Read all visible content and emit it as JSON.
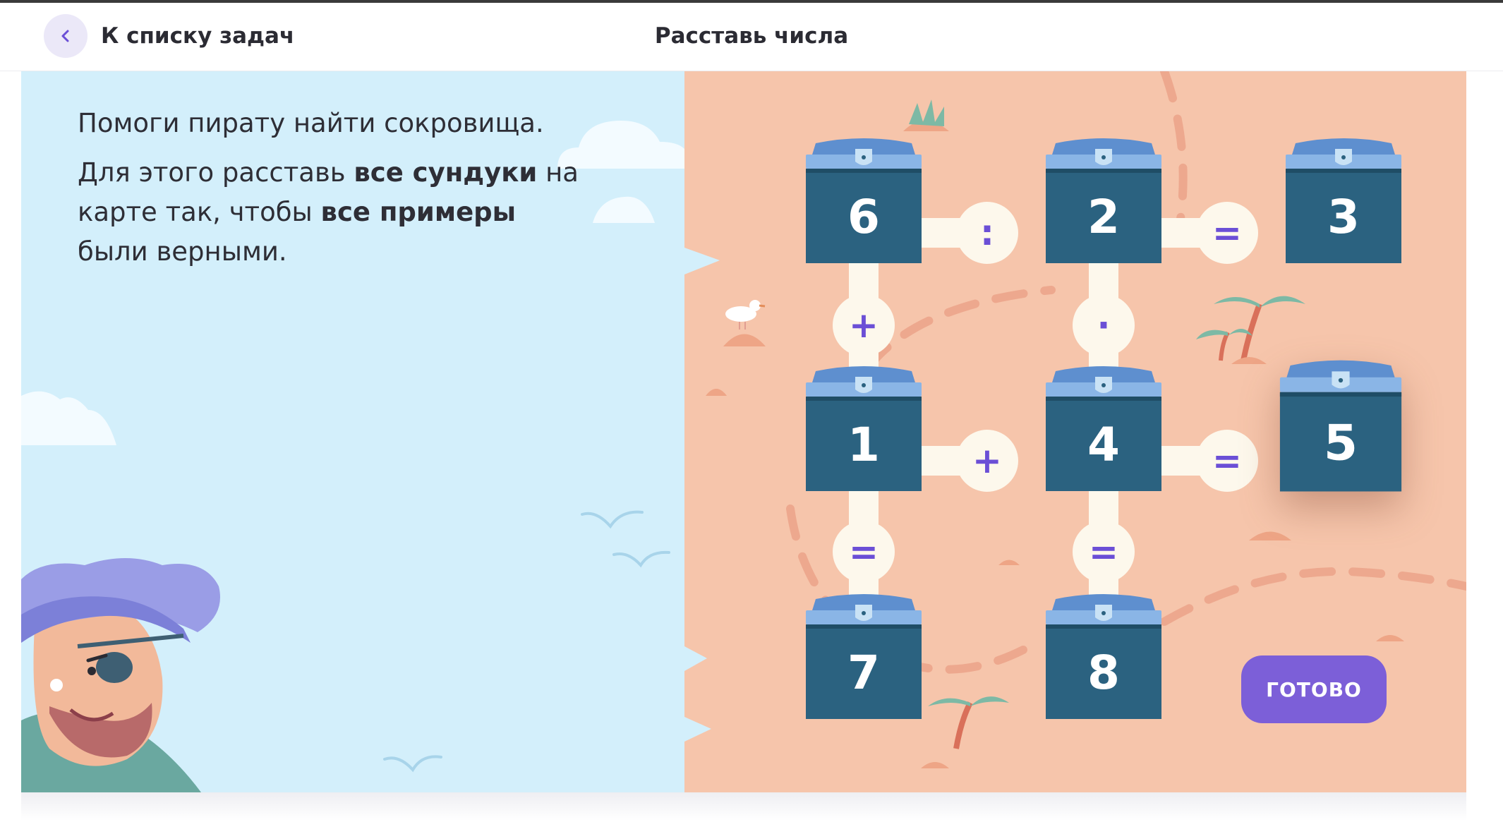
{
  "header": {
    "back_label": "К списку задач",
    "title": "Расставь числа"
  },
  "intro": {
    "line1": "Помоги пирату найти сокровища.",
    "p2_a": "Для этого расставь ",
    "p2_b": "все сундуки",
    "p2_c": " на карте так, чтобы ",
    "p2_d": "все примеры",
    "p2_e": " были верными."
  },
  "chests": {
    "r1c1": "6",
    "r1c2": "2",
    "r1c3": "3",
    "r2c1": "1",
    "r2c2": "4",
    "r2c3": "5",
    "r3c1": "7",
    "r3c2": "8"
  },
  "ops": {
    "h_r1a": ":",
    "h_r1b": "=",
    "h_r2a": "+",
    "h_r2b": "=",
    "v_c1a": "+",
    "v_c1b": "=",
    "v_c2a": "·",
    "v_c2b": "="
  },
  "done_button": "ГОТОВО",
  "colors": {
    "accent": "#7c5fd8",
    "chest": "#2b6280",
    "sand": "#f6c5ab",
    "sky": "#d3effb"
  }
}
